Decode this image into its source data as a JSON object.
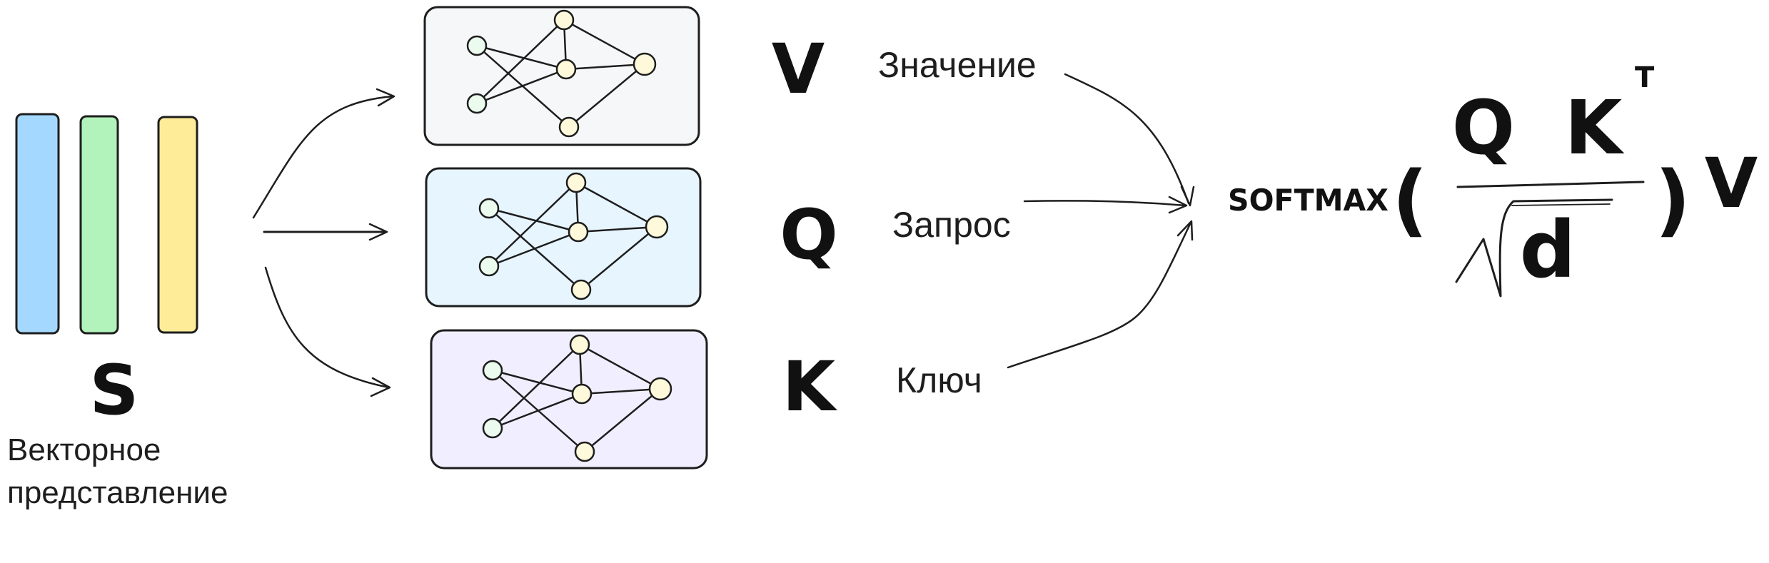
{
  "input": {
    "symbol": "S",
    "caption_line1": "Векторное",
    "caption_line2": "представление",
    "bar_colors": [
      "#a5d8ff",
      "#b2f2bb",
      "#ffec99"
    ]
  },
  "branches": [
    {
      "id": "v",
      "symbol": "V",
      "label": "Значение",
      "box_fill": "#f6f7f9"
    },
    {
      "id": "q",
      "symbol": "Q",
      "label": "Запрос",
      "box_fill": "#e7f5ff"
    },
    {
      "id": "k",
      "symbol": "K",
      "label": "Ключ",
      "box_fill": "#f1efff"
    }
  ],
  "network": {
    "input_node_fill": "#ebfbee",
    "node_fill": "#fff9db"
  },
  "formula": {
    "softmax": "SOFTMAX",
    "open_paren": "(",
    "close_paren": ")",
    "numerator_q": "Q",
    "numerator_k": "K",
    "transpose": "T",
    "denominator": "d",
    "multiplier": "V"
  }
}
